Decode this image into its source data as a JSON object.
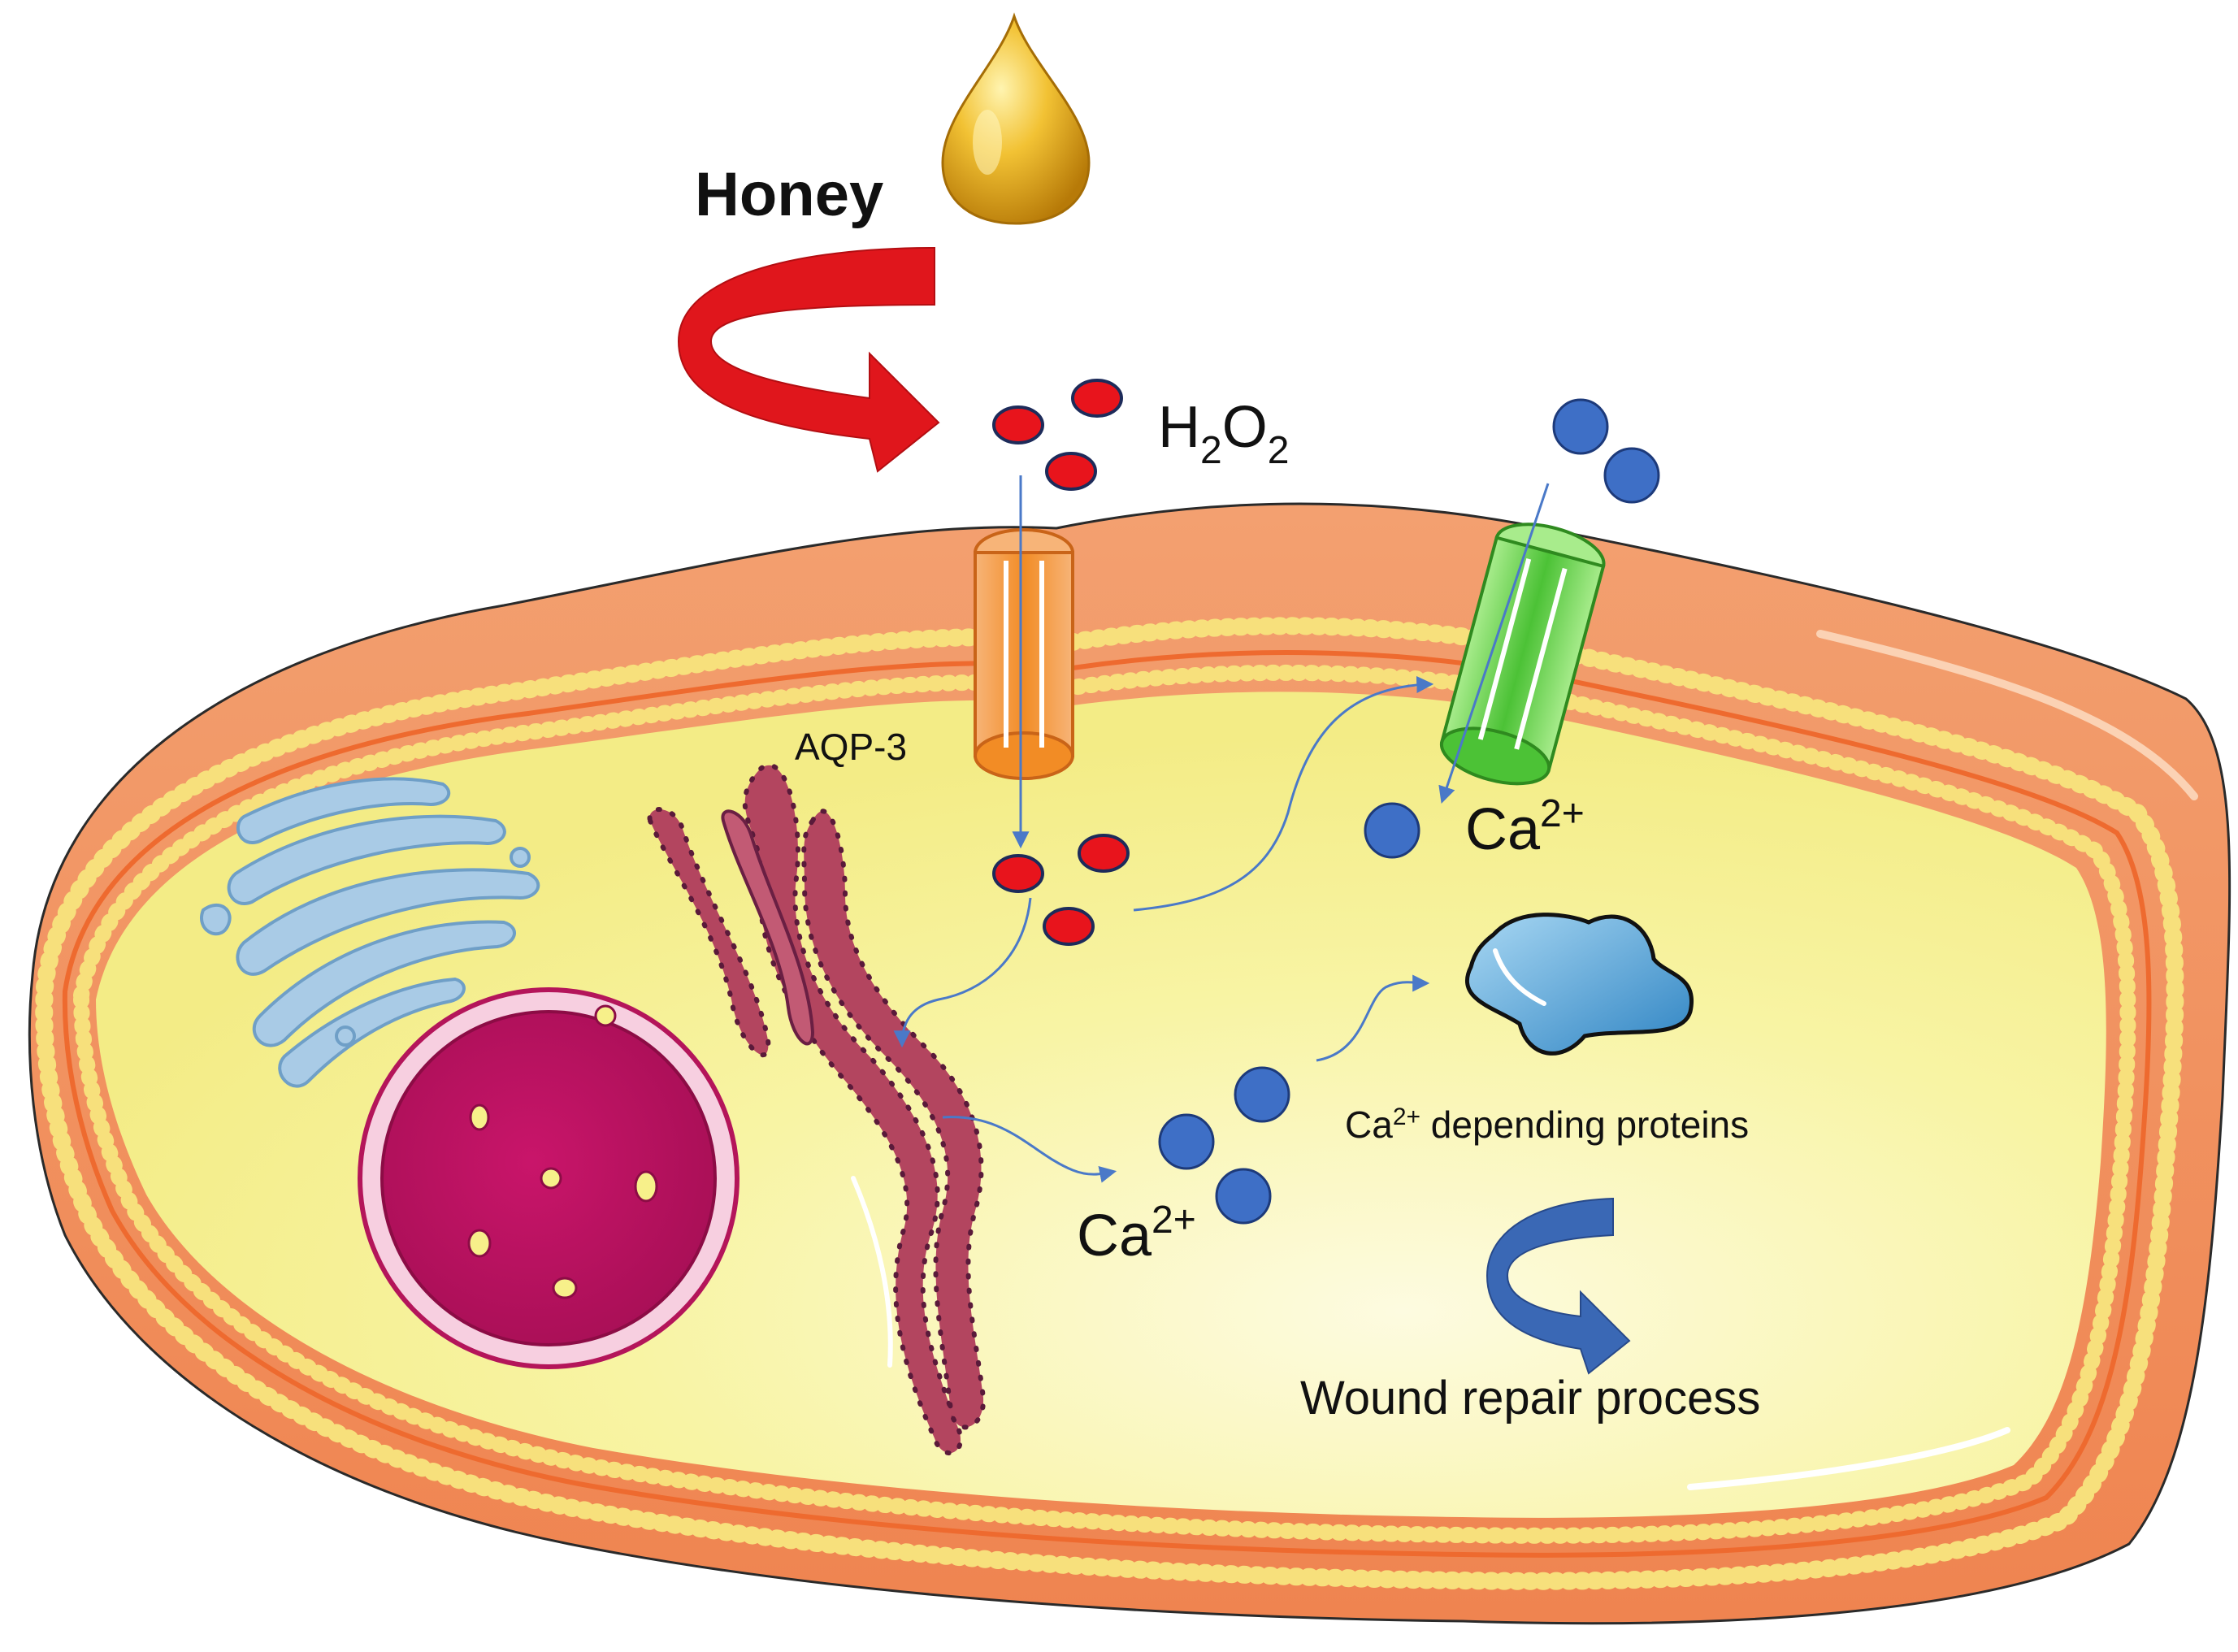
{
  "labels": {
    "honey": "Honey",
    "h2o2_h": "H",
    "h2o2_sub1": "2",
    "h2o2_o": "O",
    "h2o2_sub2": "2",
    "aqp3": "AQP-3",
    "ca_top_base": "Ca",
    "ca_top_sup": "2+",
    "ca_mid_base": "Ca",
    "ca_mid_sup": "2+",
    "ca_dep_base": "Ca",
    "ca_dep_sup": "2+",
    "ca_dep_rest": " depending proteins",
    "wound": "Wound repair process"
  },
  "colors": {
    "membrane_outer": "#f08f5a",
    "membrane_inner_dots": "#f5e27a",
    "cytoplasm": "#f8f39a",
    "honey_drop": "#e6a90f",
    "honey_arrow": "#e0161c",
    "h2o2_particle": "#e8141c",
    "ca_particle": "#3e6fc6",
    "aqp3_channel": "#f59a3a",
    "ca_channel": "#6fd255",
    "nucleus": "#c2185b",
    "er": "#b23a5c",
    "golgi": "#9cc3e0",
    "protein": "#5aa9d8",
    "repair_arrow": "#3a68b5",
    "flow_arrow": "#4a79c8"
  },
  "icons": {
    "honey_drop": "honey-drop-icon",
    "honey_arrow": "curved-arrow-icon",
    "repair_arrow": "curved-arrow-icon"
  }
}
